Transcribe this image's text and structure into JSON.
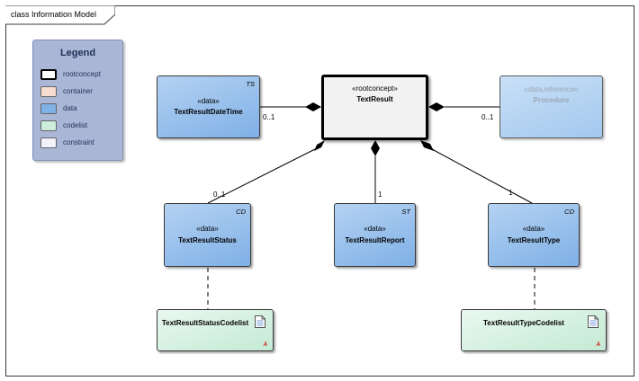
{
  "frame": {
    "title": "class Information Model"
  },
  "legend": {
    "title": "Legend",
    "items": [
      {
        "label": "rootconcept",
        "color": "#ffffff"
      },
      {
        "label": "container",
        "color": "#f7ddd0"
      },
      {
        "label": "data",
        "color": "#7fb0e6"
      },
      {
        "label": "codelist",
        "color": "#cdeedb"
      },
      {
        "label": "constraint",
        "color": "#f2f2fa"
      }
    ]
  },
  "classes": {
    "text_result": {
      "stereotype": "«rootconcept»",
      "name": "TextResult"
    },
    "text_result_date_time": {
      "stereotype": "«data»",
      "name": "TextResultDateTime",
      "tag": "TS"
    },
    "procedure": {
      "stereotype": "«data,reference»",
      "name": "Procedure"
    },
    "text_result_status": {
      "stereotype": "«data»",
      "name": "TextResultStatus",
      "tag": "CD"
    },
    "text_result_report": {
      "stereotype": "«data»",
      "name": "TextResultReport",
      "tag": "ST"
    },
    "text_result_type": {
      "stereotype": "«data»",
      "name": "TextResultType",
      "tag": "CD"
    },
    "text_result_status_codelist": {
      "name": "TextResultStatusCodelist",
      "abstract_mark": "A"
    },
    "text_result_type_codelist": {
      "name": "TextResultTypeCodelist",
      "abstract_mark": "A"
    }
  },
  "multiplicities": {
    "date_time": "0..1",
    "procedure": "0..1",
    "status": "0..1",
    "report": "1",
    "type": "1"
  },
  "colors": {
    "data": "#7fb0e6",
    "codelist": "#cdeedb",
    "rootconcept_border": "#000000",
    "legend_background": "#aab6d6"
  }
}
